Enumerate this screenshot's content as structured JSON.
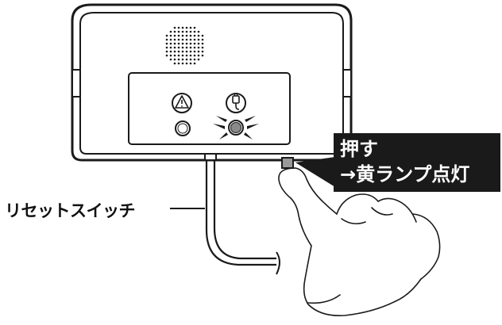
{
  "callout": {
    "action": "押す",
    "result": "→黄ランプ点灯"
  },
  "labels": {
    "reset_switch": "リセットスイッチ"
  },
  "icons": {
    "left_indicator": "warning-triangle-icon",
    "right_indicator": "power-plug-icon"
  },
  "colors": {
    "outline": "#1a1a1a",
    "panel_fill": "#ffffff",
    "callout_bg": "#1a1a1a",
    "callout_text": "#ffffff",
    "lit_lamp": "#8a8a8a",
    "switch_button": "#9a9a9a"
  }
}
